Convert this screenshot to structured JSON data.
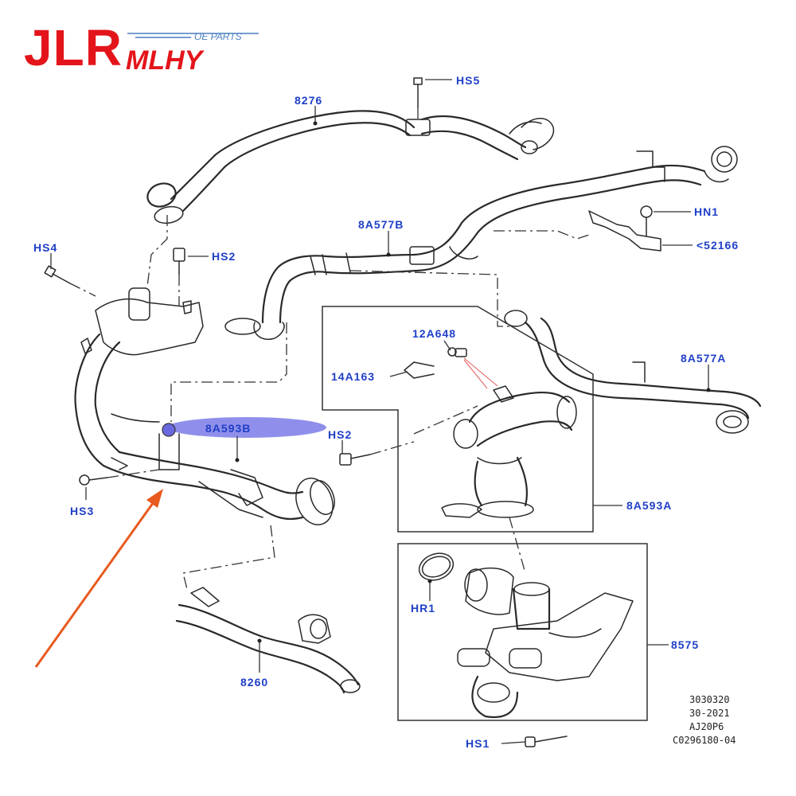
{
  "logo": {
    "main": "JLR",
    "sub": "MLHY",
    "tag": "OE PARTS"
  },
  "parts": {
    "p8276": "8276",
    "hs5": "HS5",
    "hs4": "HS4",
    "hs2_top": "HS2",
    "p8a577b": "8A577B",
    "hn1": "HN1",
    "p52166": "<52166",
    "p12a648": "12A648",
    "p14a163": "14A163",
    "p8a577a": "8A577A",
    "p8a593b": "8A593B",
    "hs2_mid": "HS2",
    "hs3": "HS3",
    "p8a593a": "8A593A",
    "hr1": "HR1",
    "p8575": "8575",
    "p8260": "8260",
    "hs1": "HS1"
  },
  "reference": {
    "line1": "3030320",
    "line2": "30-2021",
    "line3": "AJ20P6",
    "line4": "C0296180-04"
  },
  "colors": {
    "logo_red": "#e3151b",
    "label_blue": "#1f3fc7",
    "highlight": "#7b7be8",
    "arrow": "#e85a1e"
  }
}
